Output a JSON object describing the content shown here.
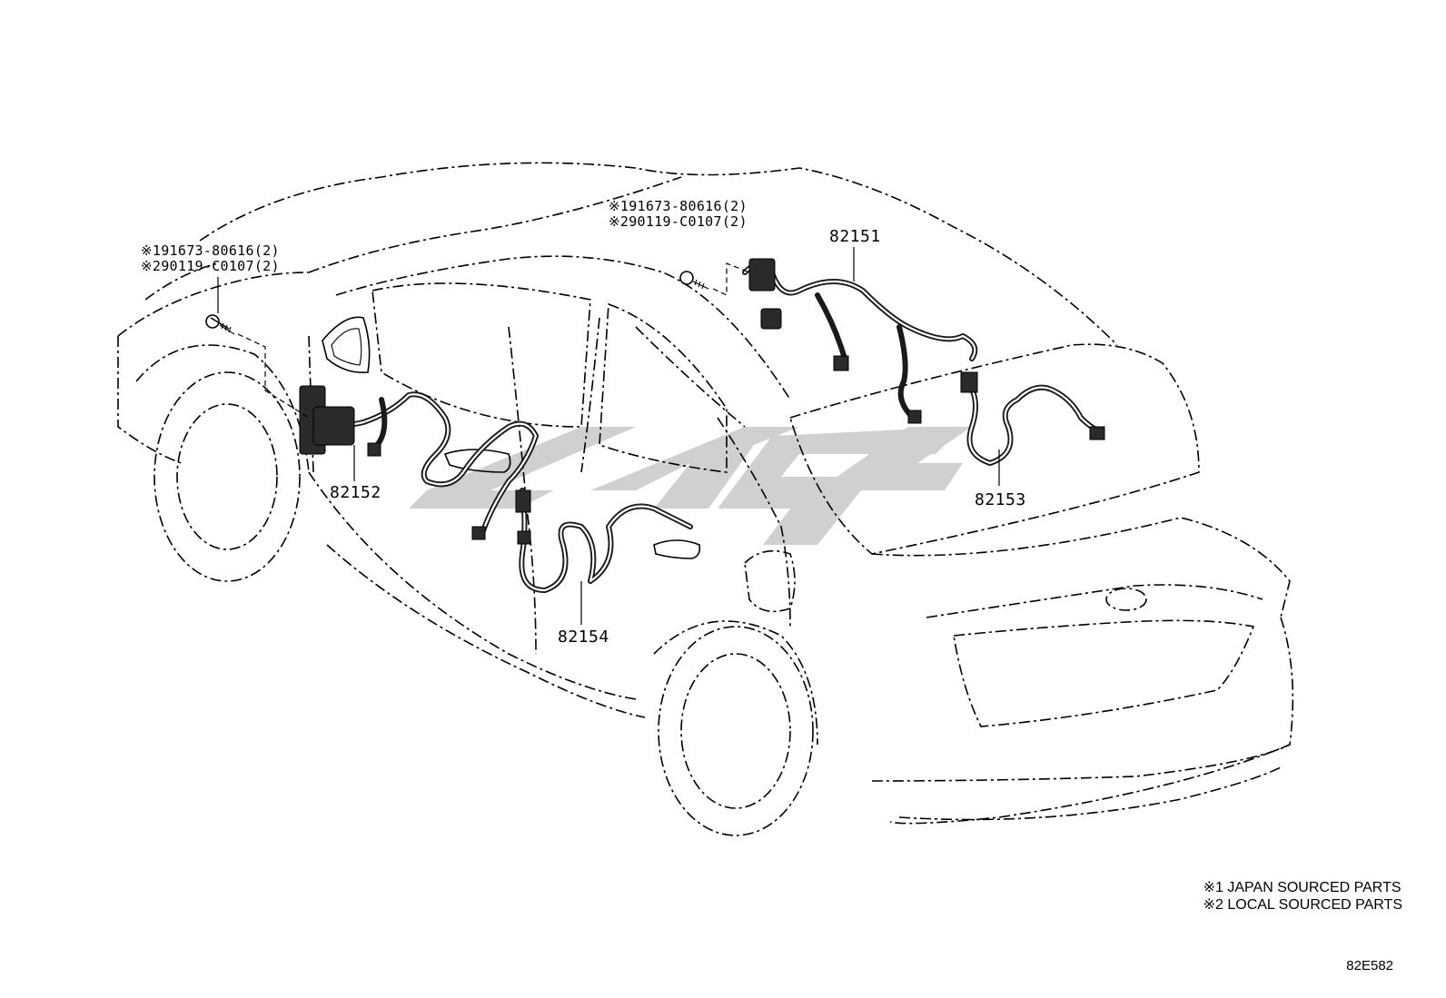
{
  "callouts": {
    "left_clip": {
      "line1": "※191673-80616(2)",
      "line2": "※290119-C0107(2)"
    },
    "center_clip": {
      "line1": "※191673-80616(2)",
      "line2": "※290119-C0107(2)"
    }
  },
  "part_numbers": {
    "roof_harness": "82151",
    "front_door_harness": "82152",
    "back_door_harness": "82153",
    "rear_door_harness": "82154"
  },
  "legend": {
    "line1": "※1 JAPAN SOURCED PARTS",
    "line2": "※2 LOCAL SOURCED PARTS"
  },
  "illustration_id": "82E582",
  "colors": {
    "line": "#000000",
    "watermark": "#c8c8c8"
  }
}
